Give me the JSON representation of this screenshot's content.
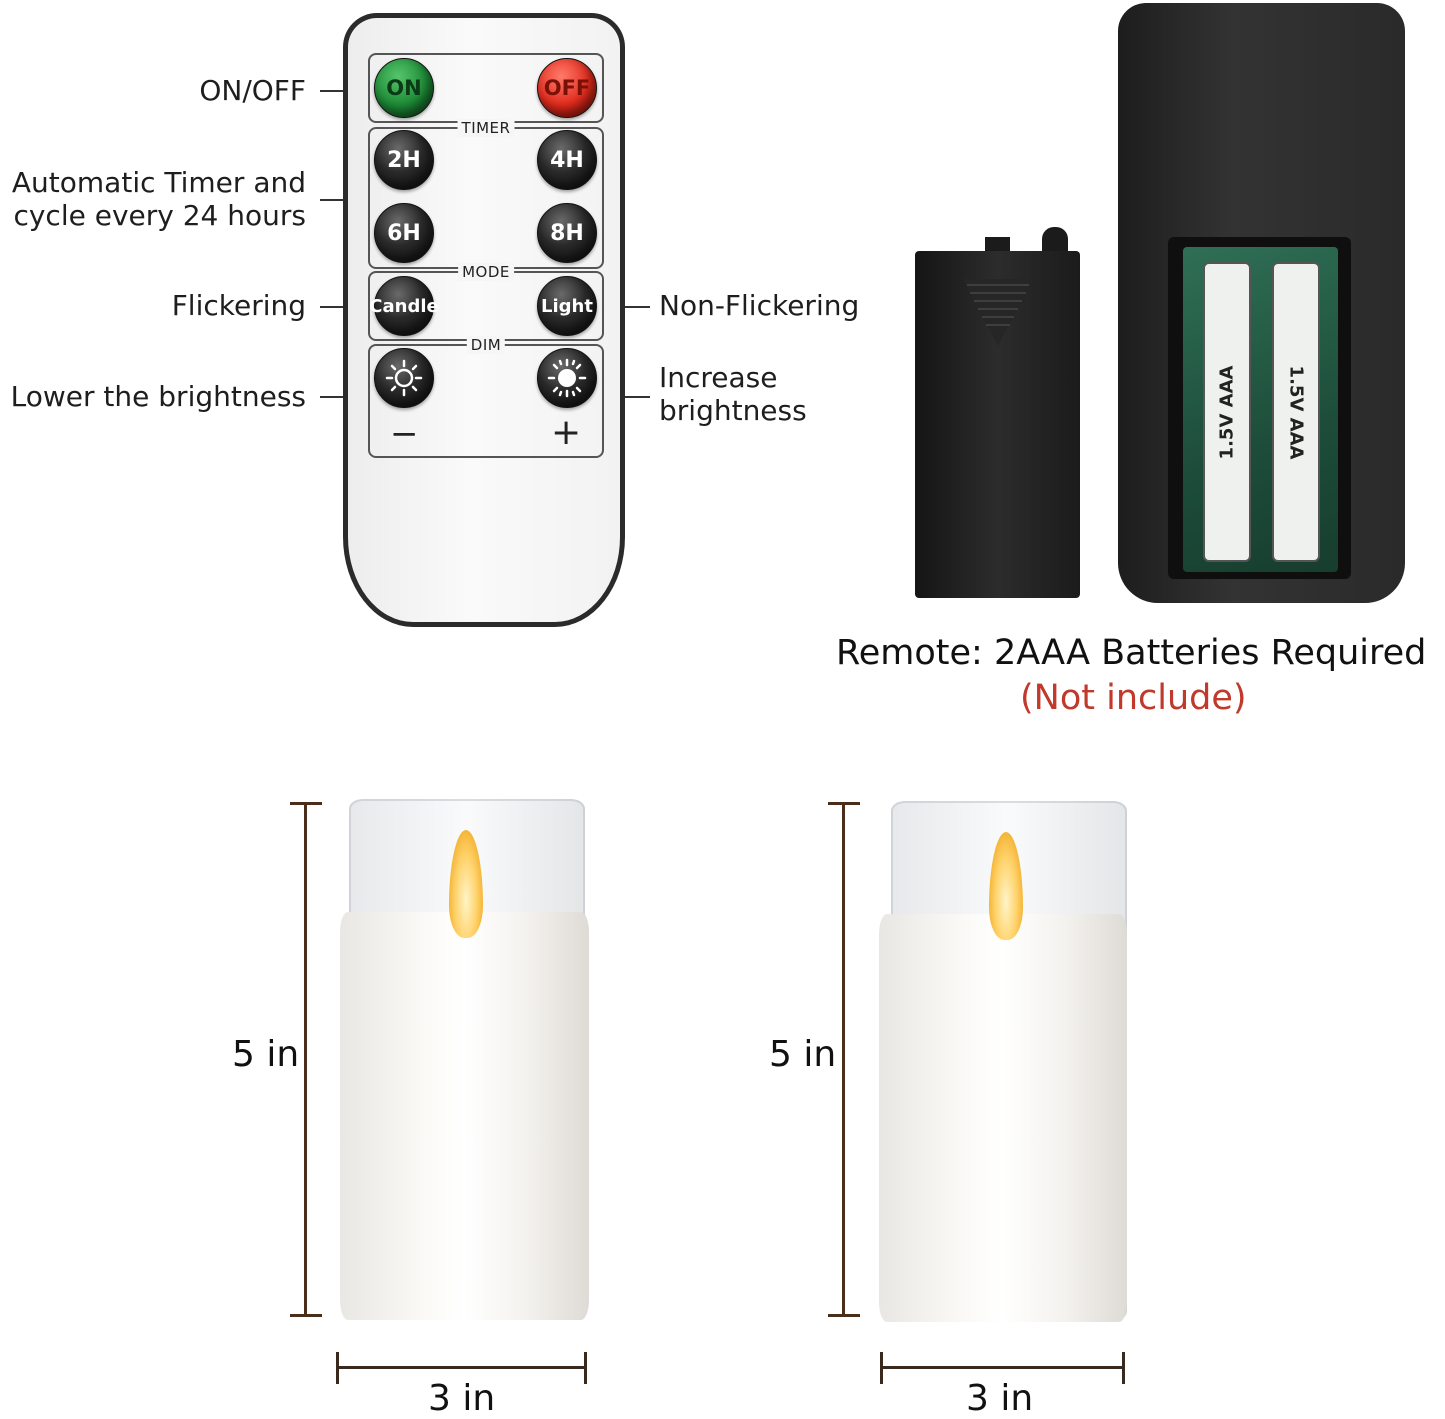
{
  "callouts": {
    "on_off": "ON/OFF",
    "timer_line1": "Automatic Timer and",
    "timer_line2": "cycle every 24 hours",
    "flickering": "Flickering",
    "non_flickering": "Non-Flickering",
    "lower": "Lower the brightness",
    "increase_line1": "Increase",
    "increase_line2": "brightness"
  },
  "remote": {
    "on": "ON",
    "off": "OFF",
    "timer_label": "TIMER",
    "timer_buttons": [
      "2H",
      "4H",
      "6H",
      "8H"
    ],
    "mode_label": "MODE",
    "candle": "Candle",
    "light": "Light",
    "dim_label": "DIM",
    "minus": "−",
    "plus": "+"
  },
  "battery": {
    "cell_text": "1.5V AAA",
    "caption": "Remote: 2AAA Batteries Required",
    "note": "(Not include)"
  },
  "dimensions": {
    "height": "5 in",
    "width": "3 in"
  },
  "colors": {
    "on_button": "#1d8a36",
    "off_button": "#e02a1c",
    "note_red": "#c0392b",
    "dimension_line": "#4a2e1a"
  }
}
